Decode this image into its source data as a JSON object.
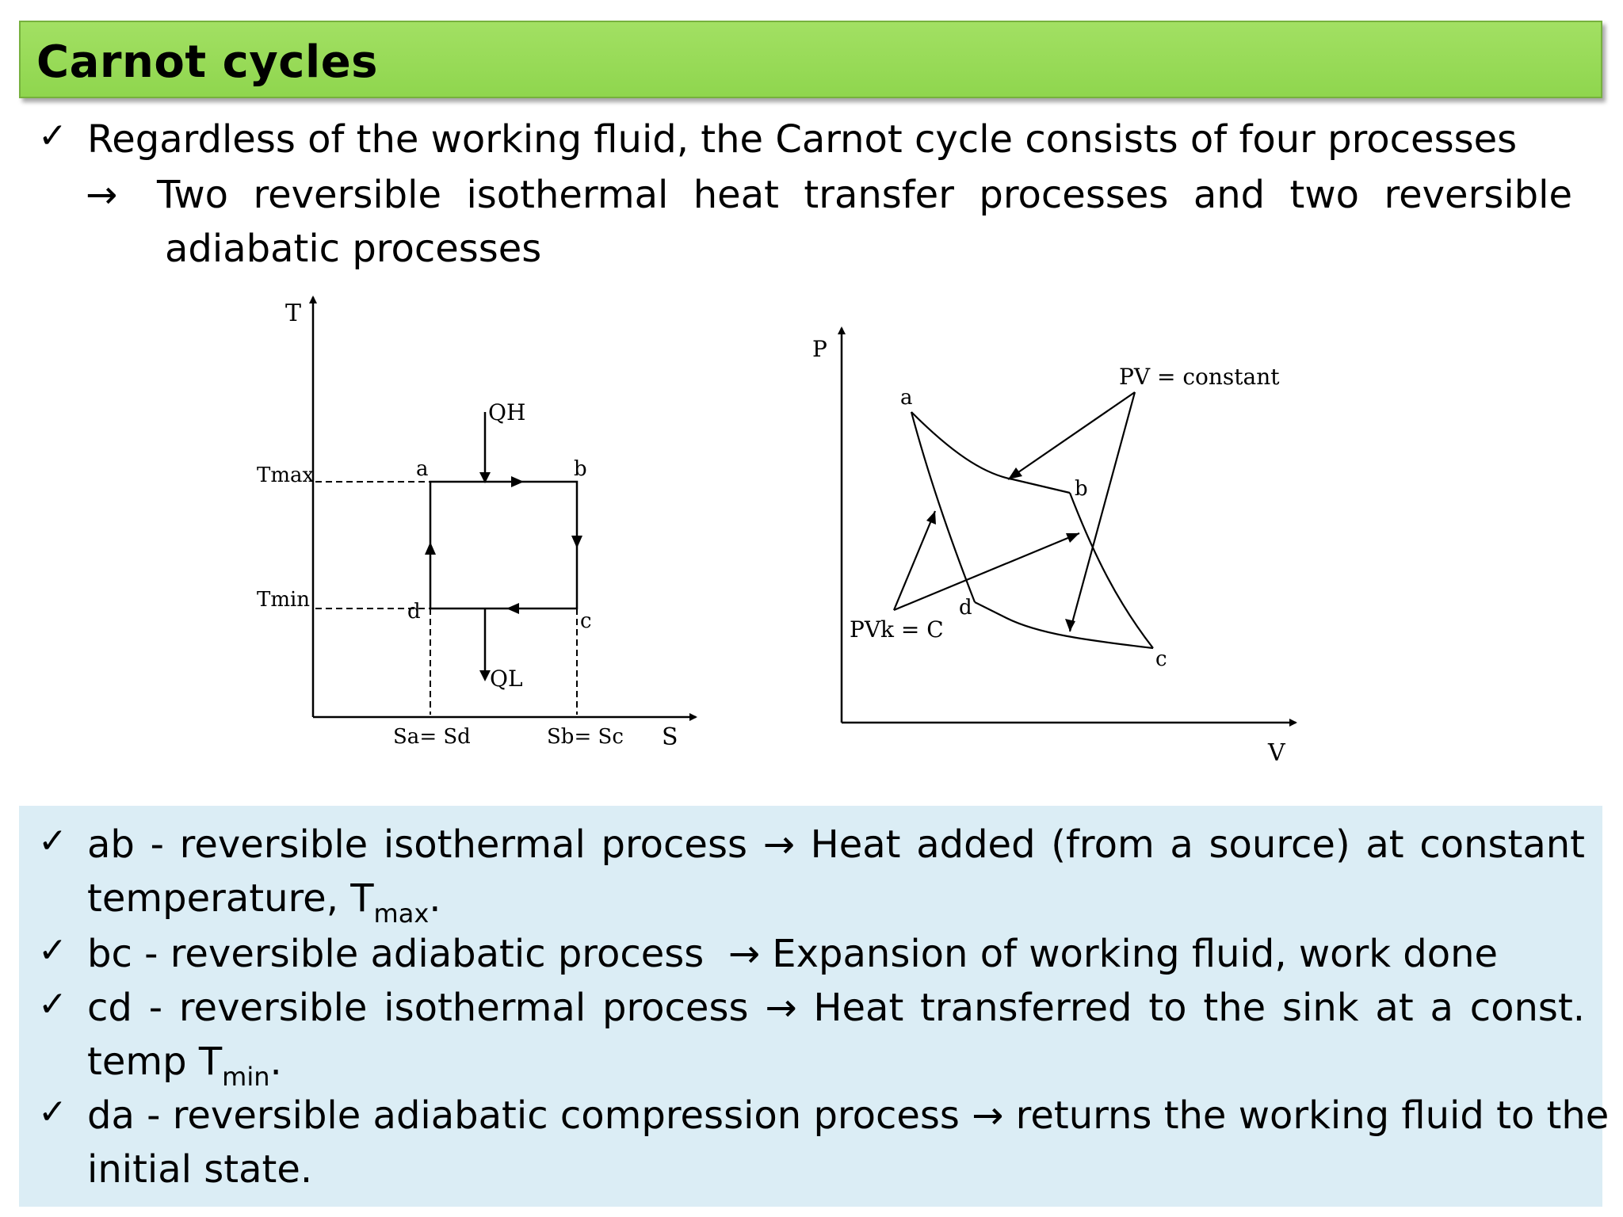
{
  "title": "Carnot cycles",
  "intro": {
    "check": "✓",
    "arrow": "→",
    "line1": "Regardless of the working fluid, the Carnot cycle consists of four processes",
    "line2": "Two reversible isothermal heat transfer processes and two reversible",
    "line3": "adiabatic processes"
  },
  "ts_diagram": {
    "y_axis": "T",
    "x_axis": "S",
    "t_max": "Tmax",
    "t_min": "Tmin",
    "point_a": "a",
    "point_b": "b",
    "point_c": "c",
    "point_d": "d",
    "q_h": "QH",
    "q_l": "QL",
    "s_ad": "Sa= Sd",
    "s_bc": "Sb= Sc"
  },
  "pv_diagram": {
    "y_axis": "P",
    "x_axis": "V",
    "isotherm_label": "PV = constant",
    "adiabat_label": "PVk = C",
    "point_a": "a",
    "point_b": "b",
    "point_c": "c",
    "point_d": "d"
  },
  "summary": {
    "check": "✓",
    "arrow": "→",
    "ab_1": "ab - reversible isothermal process",
    "ab_2": "Heat added (from a source) at constant",
    "ab_3": "temperature, T",
    "ab_sub": "max",
    "bc_1": "bc - reversible adiabatic process",
    "bc_2": "Expansion of working fluid, work done",
    "cd_1": "cd - reversible isothermal process",
    "cd_2": "Heat transferred to the sink at a const.",
    "cd_3": "temp T",
    "cd_sub": "min",
    "da_1": "da - reversible adiabatic compression process",
    "da_2": "returns the working fluid to the",
    "da_3": "initial state."
  }
}
